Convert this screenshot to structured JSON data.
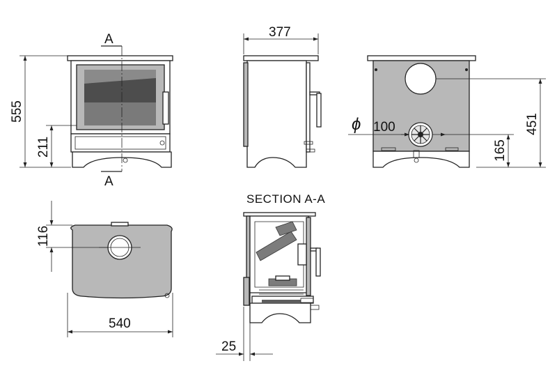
{
  "drawing": {
    "section_marker": "A",
    "section_title": "SECTION A-A",
    "diameter_symbol": "ϕ",
    "dimensions": {
      "overall_height": "555",
      "door_bottom_height": "211",
      "depth": "377",
      "flue_diameter": "100",
      "rear_outlet_height": "451",
      "rear_air_inlet_height": "165",
      "top_outlet_offset": "116",
      "width": "540",
      "hearth_offset": "25"
    }
  }
}
